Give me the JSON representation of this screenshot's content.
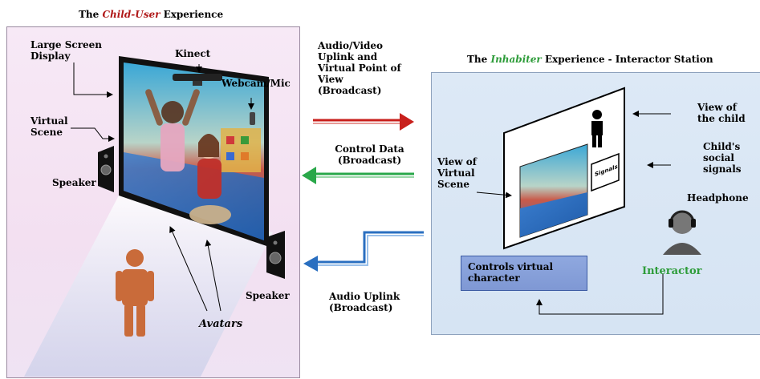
{
  "child_user": {
    "title_prefix": "The ",
    "title_highlight": "Child-User",
    "title_suffix": " Experience",
    "highlight_color": "#b01818",
    "labels": {
      "large_screen_display": "Large Screen Display",
      "kinect": "Kinect",
      "webcam_mic": "Webcam/Mic",
      "virtual_scene": "Virtual Scene",
      "speaker_left": "Speaker",
      "speaker_right": "Speaker",
      "avatars": "Avatars"
    }
  },
  "inhabiter": {
    "title_prefix": "The ",
    "title_highlight": "Inhabiter",
    "title_suffix": " Experience - Interactor Station",
    "highlight_color": "#2e9c3a",
    "labels": {
      "view_of_child": "View of the child",
      "childs_social_signals": "Child's social signals",
      "view_of_virtual_scene": "View of Virtual Scene",
      "headphone": "Headphone",
      "signals": "Signals",
      "interactor": "Interactor",
      "controls_virtual_character": "Controls virtual character"
    }
  },
  "links": {
    "av_uplink": "Audio/Video Uplink and Virtual Point of View (Broadcast)",
    "control_data": "Control Data (Broadcast)",
    "audio_uplink": "Audio Uplink (Broadcast)"
  },
  "colors": {
    "red_arrow": "#c8201c",
    "green_arrow": "#2aa84a",
    "blue_arrow": "#2a6fc0",
    "person": "#c96b3a",
    "interactor_text": "#2e9c3a"
  }
}
